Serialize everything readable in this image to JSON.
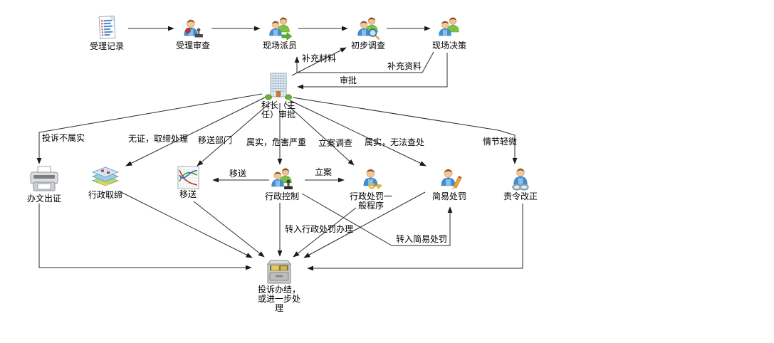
{
  "diagram": {
    "type": "flowchart",
    "background": "#ffffff",
    "text_color": "#000000",
    "line_color": "#2b2b2b",
    "nodes": [
      {
        "id": "shouli-jilu",
        "label": "受理记录",
        "icon": "document-icon"
      },
      {
        "id": "shouli-shencha",
        "label": "受理审查",
        "icon": "person-stamp-icon"
      },
      {
        "id": "xianchang-paiyuan",
        "label": "现场派员",
        "icon": "people-dispatch-icon"
      },
      {
        "id": "chubu-diaocha",
        "label": "初步调查",
        "icon": "people-search-icon"
      },
      {
        "id": "xianchang-juece",
        "label": "现场决策",
        "icon": "people-icon"
      },
      {
        "id": "kezhang-shenpi",
        "label": "科长（主任）审批",
        "icon": "building-icon"
      },
      {
        "id": "banwen-chuzheng",
        "label": "办文出证",
        "icon": "printer-icon"
      },
      {
        "id": "xingzheng-qudi",
        "label": "行政取缔",
        "icon": "layers-icon"
      },
      {
        "id": "yisong",
        "label": "移送",
        "icon": "chart-icon"
      },
      {
        "id": "xingzheng-kongzhi",
        "label": "行政控制",
        "icon": "people-seal-icon"
      },
      {
        "id": "xingzheng-chufa",
        "label": "行政处罚一般程序",
        "icon": "person-key-icon"
      },
      {
        "id": "jianyi-chufa",
        "label": "简易处罚",
        "icon": "person-pencil-icon"
      },
      {
        "id": "zeling-gaizheng",
        "label": "责令改正",
        "icon": "person-link-icon"
      },
      {
        "id": "tousu-banjie",
        "label": "投诉办结，或进一步处理",
        "icon": "cabinet-icon"
      }
    ],
    "edges": [
      {
        "from": "受理记录",
        "to": "受理审查",
        "label": ""
      },
      {
        "from": "受理审查",
        "to": "现场派员",
        "label": ""
      },
      {
        "from": "现场派员",
        "to": "初步调查",
        "label": ""
      },
      {
        "from": "初步调查",
        "to": "现场决策",
        "label": ""
      },
      {
        "from": "科长（主任）审批",
        "to": "初步调查",
        "label": "补充材料"
      },
      {
        "from": "现场决策",
        "to": "初步调查",
        "label": "补充资料"
      },
      {
        "from": "现场决策",
        "to": "科长（主任）审批",
        "label": "审批"
      },
      {
        "from": "科长（主任）审批",
        "to": "办文出证",
        "label": "投诉不属实"
      },
      {
        "from": "科长（主任）审批",
        "to": "行政取缔",
        "label": "无证，取缔处理"
      },
      {
        "from": "科长（主任）审批",
        "to": "移送",
        "label": "移送部门"
      },
      {
        "from": "科长（主任）审批",
        "to": "行政控制",
        "label": "属实，危害严重"
      },
      {
        "from": "科长（主任）审批",
        "to": "行政处罚一般程序",
        "label": "立案调查"
      },
      {
        "from": "科长（主任）审批",
        "to": "简易处罚",
        "label": "属实，无法查处"
      },
      {
        "from": "科长（主任）审批",
        "to": "责令改正",
        "label": "情节轻微"
      },
      {
        "from": "行政控制",
        "to": "移送",
        "label": "移送"
      },
      {
        "from": "行政控制",
        "to": "行政处罚一般程序",
        "label": "立案"
      },
      {
        "from": "行政控制",
        "to": "简易处罚",
        "label": "转入简易处罚"
      },
      {
        "from": "行政控制",
        "to": "投诉办结，或进一步处理",
        "label": "转入行政处罚办理"
      },
      {
        "from": "办文出证",
        "to": "投诉办结，或进一步处理",
        "label": ""
      },
      {
        "from": "行政取缔",
        "to": "投诉办结，或进一步处理",
        "label": ""
      },
      {
        "from": "移送",
        "to": "投诉办结，或进一步处理",
        "label": ""
      },
      {
        "from": "行政处罚一般程序",
        "to": "投诉办结，或进一步处理",
        "label": ""
      },
      {
        "from": "简易处罚",
        "to": "投诉办结，或进一步处理",
        "label": ""
      },
      {
        "from": "责令改正",
        "to": "投诉办结，或进一步处理",
        "label": ""
      }
    ]
  }
}
